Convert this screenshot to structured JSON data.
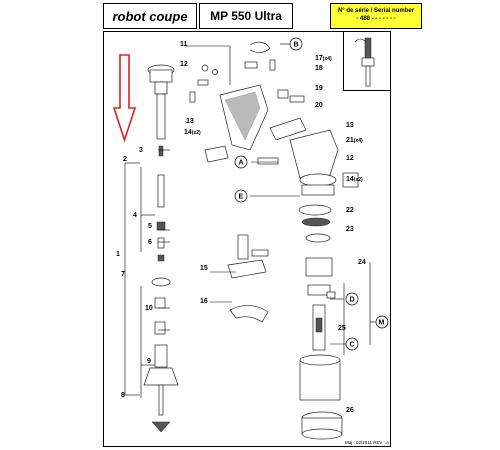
{
  "header": {
    "logo_text": "robot coupe",
    "model": "MP 550 Ultra",
    "serial_line1": "N° de série / Serial number",
    "serial_line2": "- 488 - - - - -  - -"
  },
  "footer": {
    "text": "Maj : 02/2011     REV : a"
  },
  "callouts": {
    "c1": "1",
    "c2": "2",
    "c3": "3",
    "c4": "4",
    "c5": "5",
    "c6": "6",
    "c7": "7",
    "c8": "8",
    "c9": "9",
    "c10": "10",
    "c11": "11",
    "c12a": "12",
    "c12b": "12",
    "c13a": "13",
    "c13b": "13",
    "c14a": "14",
    "c14a_sub": "(x2)",
    "c14b": "14",
    "c14b_sub": "(x2)",
    "c15": "15",
    "c16": "16",
    "c17": "17",
    "c17_sub": "(x4)",
    "c18": "18",
    "c19": "19",
    "c20": "20",
    "c21": "21",
    "c21_sub": "(x4)",
    "c22": "22",
    "c23": "23",
    "c24": "24",
    "c25": "25",
    "c26": "26",
    "cA": "A",
    "cB": "B",
    "cC": "C",
    "cD": "D",
    "cE": "E",
    "cM": "M"
  },
  "colors": {
    "arrow": "#e0201c",
    "serial_bg": "#ffff33"
  }
}
